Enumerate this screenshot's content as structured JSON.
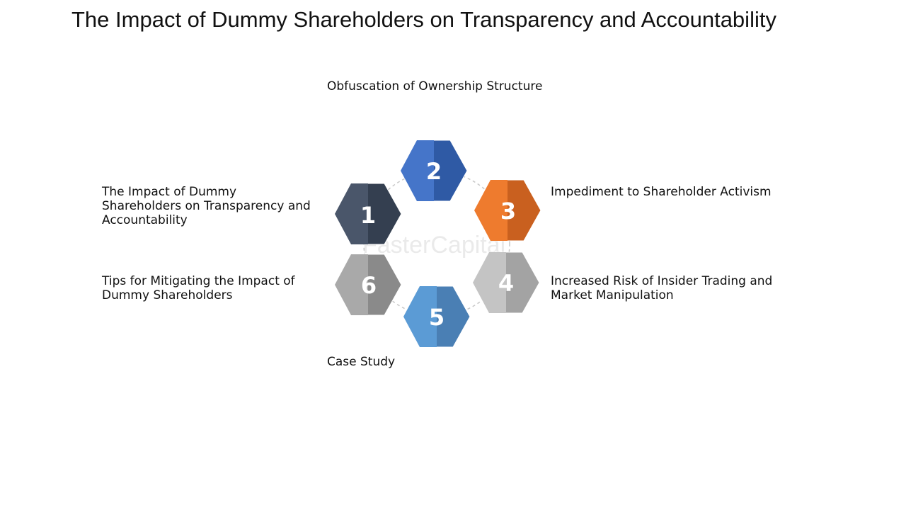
{
  "title": "The Impact of Dummy Shareholders on Transparency and Accountability",
  "watermark": "FasterCapital",
  "nodes": [
    {
      "number": "1",
      "label": "The Impact of Dummy Shareholders on Transparency and Accountability",
      "color_light": "#4a566a",
      "color_dark": "#343f50"
    },
    {
      "number": "2",
      "label": "Obfuscation of Ownership Structure",
      "color_light": "#4575c9",
      "color_dark": "#2f5aa5"
    },
    {
      "number": "3",
      "label": "Impediment to Shareholder Activism",
      "color_light": "#ee7b2e",
      "color_dark": "#c9601f"
    },
    {
      "number": "4",
      "label": "Increased Risk of Insider Trading and Market Manipulation",
      "color_light": "#c4c4c4",
      "color_dark": "#a3a3a3"
    },
    {
      "number": "5",
      "label": "Case Study",
      "color_light": "#5b9bd5",
      "color_dark": "#4a7fb4"
    },
    {
      "number": "6",
      "label": "Tips for Mitigating the Impact of Dummy Shareholders",
      "color_light": "#a9a9a9",
      "color_dark": "#8a8a8a"
    }
  ]
}
